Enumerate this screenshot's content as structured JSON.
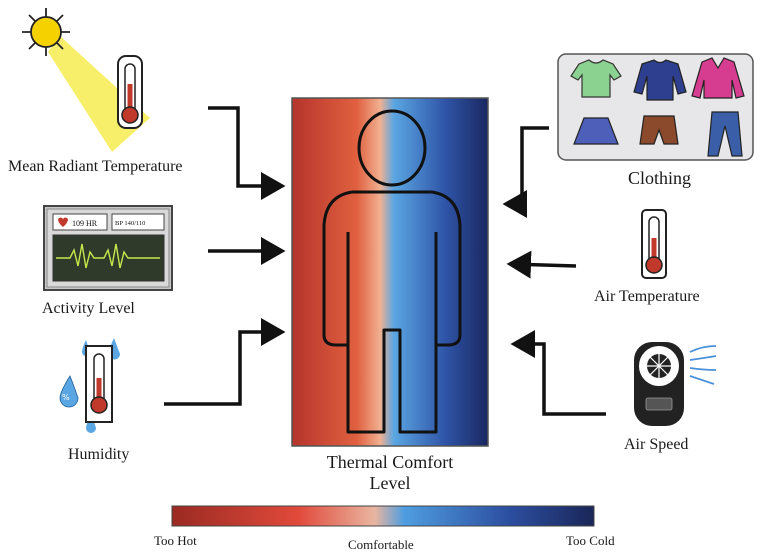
{
  "factors": {
    "mean_radiant_temperature": "Mean Radiant Temperature",
    "activity_level": "Activity Level",
    "humidity": "Humidity",
    "clothing": "Clothing",
    "air_temperature": "Air Temperature",
    "air_speed": "Air Speed"
  },
  "center": {
    "title_line1": "Thermal Comfort",
    "title_line2": "Level"
  },
  "monitor": {
    "hr_text": "109 HR",
    "bp_text": "BP 140/110"
  },
  "scale": {
    "left": "Too Hot",
    "middle": "Comfortable",
    "right": "Too Cold"
  },
  "colors": {
    "hot": "#c0392b",
    "warm": "#e8735a",
    "cool": "#4a9ad8",
    "cold": "#1f2f6b",
    "arrow": "#111111",
    "sun": "#f5d100",
    "beam": "#f7ef6a"
  }
}
